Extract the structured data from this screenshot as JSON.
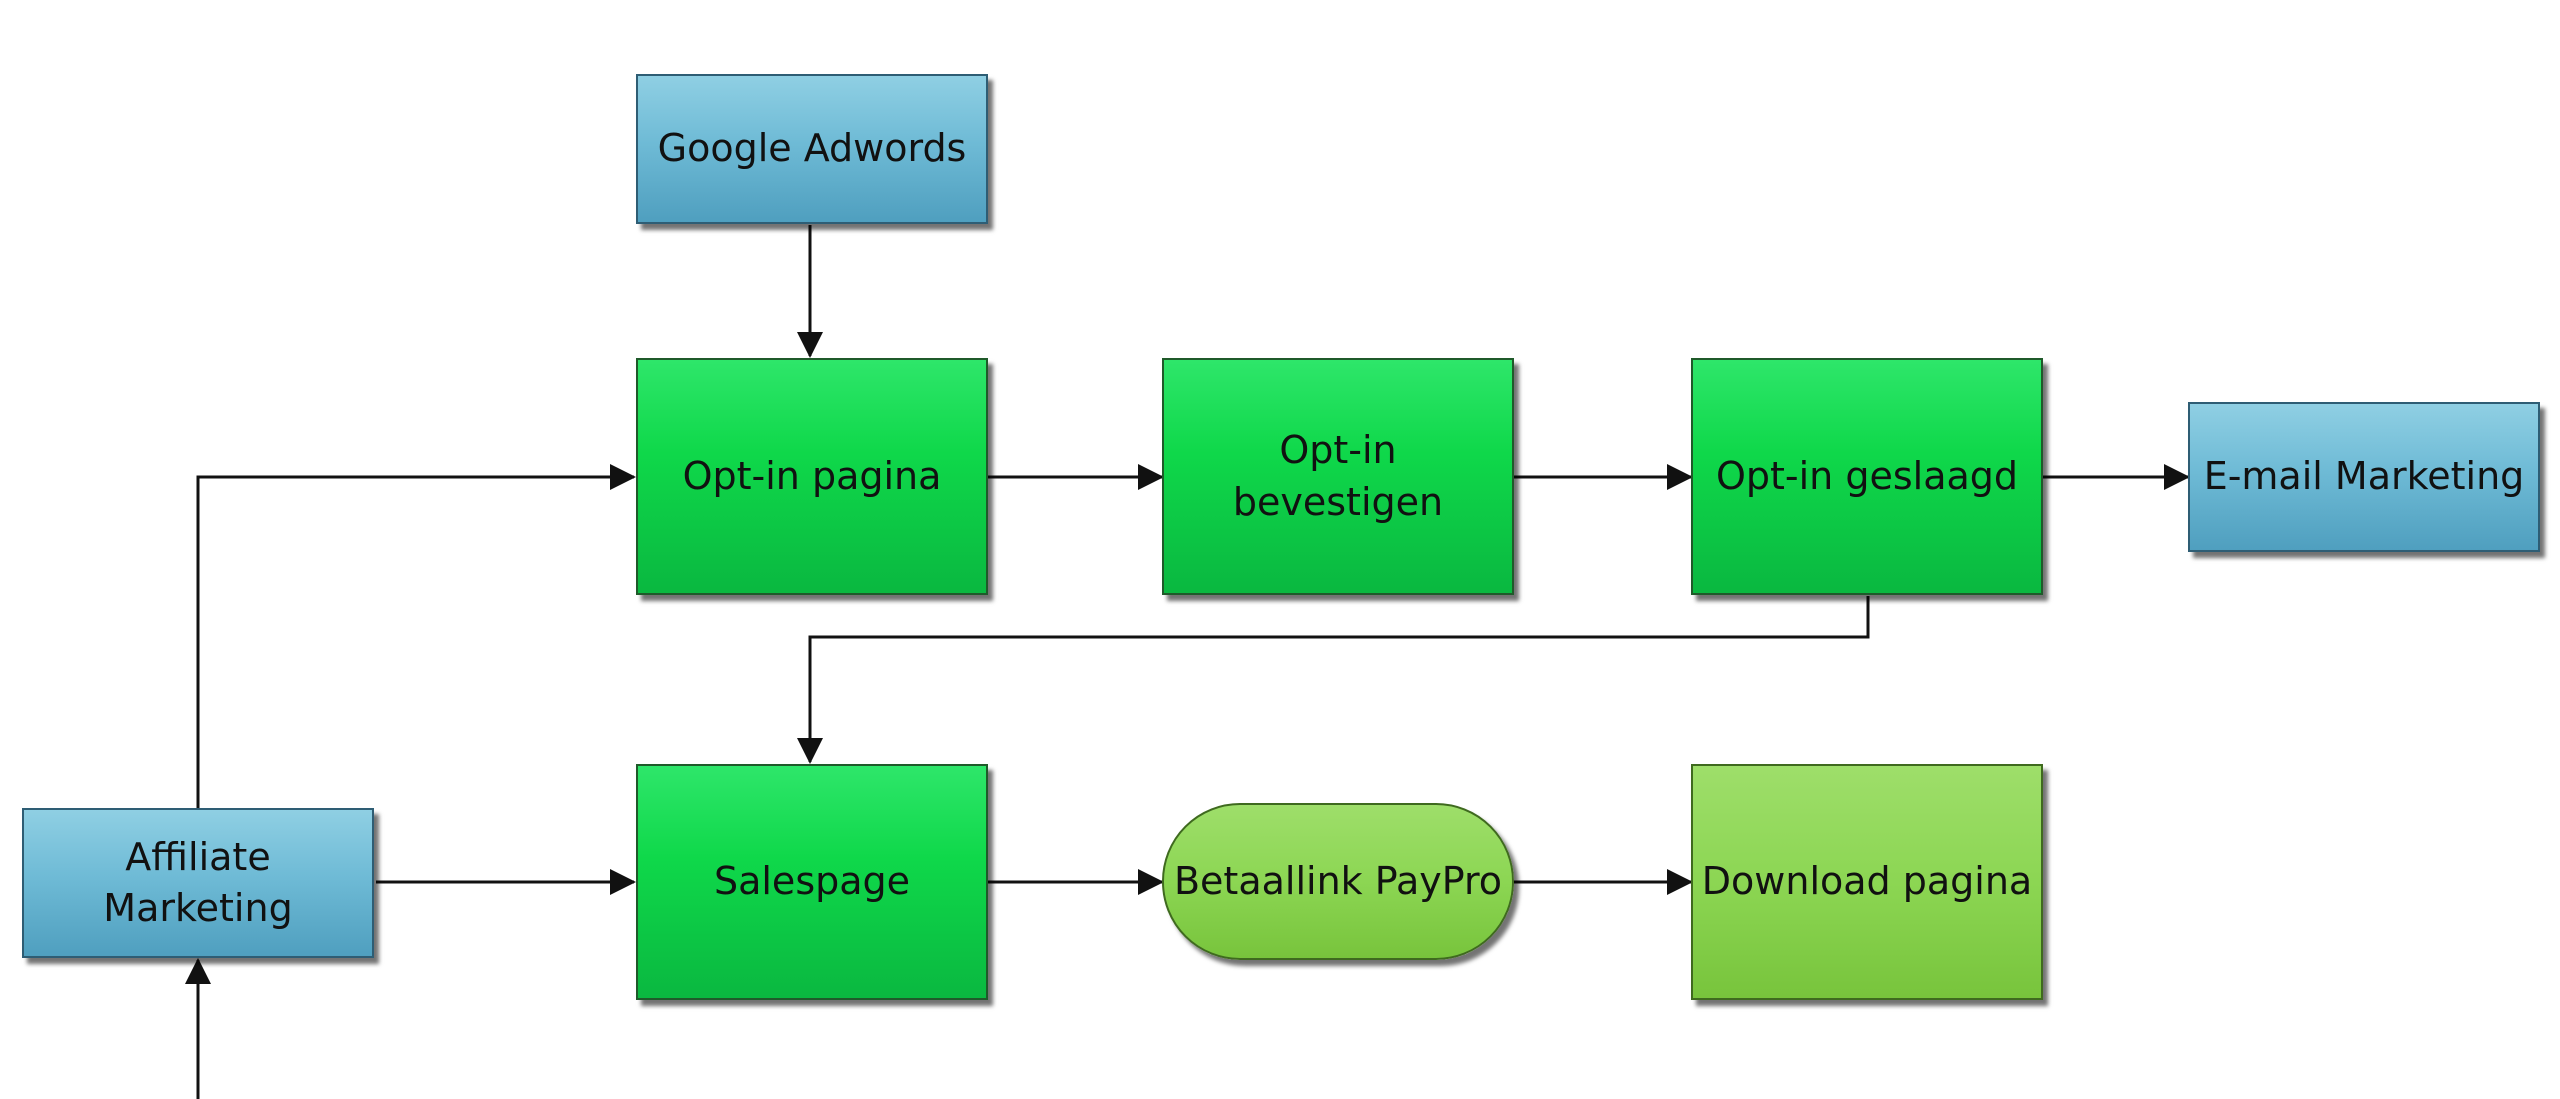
{
  "nodes": {
    "google_adwords": "Google Adwords",
    "optin_pagina": "Opt-in pagina",
    "optin_bevestigen_line1": "Opt-in",
    "optin_bevestigen_line2": "bevestigen",
    "optin_geslaagd": "Opt-in geslaagd",
    "email_marketing": "E-mail Marketing",
    "affiliate_line1": "Affiliate",
    "affiliate_line2": "Marketing",
    "salespage": "Salespage",
    "betaallink": "Betaallink PayPro",
    "download_pagina": "Download pagina"
  },
  "colors": {
    "blue_box": "#6fbbd6",
    "green_box": "#0fd84a",
    "lime_box": "#8cd653",
    "connector": "#111111"
  }
}
